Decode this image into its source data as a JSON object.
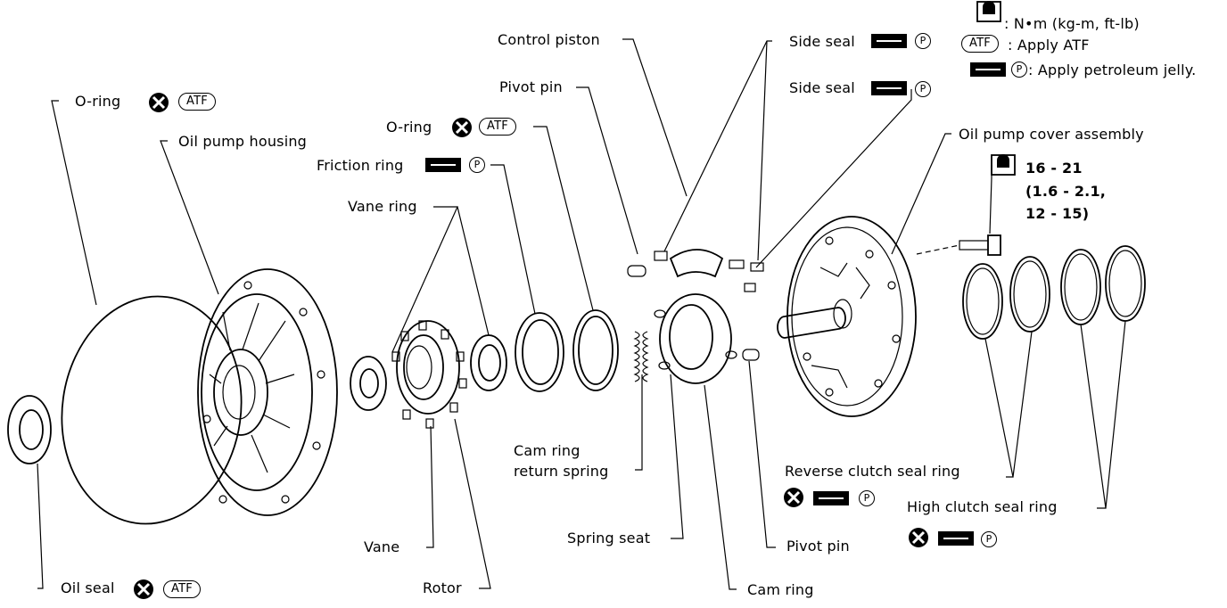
{
  "legend": {
    "torque": "N•m (kg-m, ft-lb)",
    "atf": "Apply ATF",
    "jelly": "Apply petroleum jelly.",
    "atf_badge": "ATF",
    "p_badge": "P"
  },
  "labels": {
    "o_ring_left": "O-ring",
    "oil_pump_housing": "Oil pump housing",
    "o_ring_mid": "O-ring",
    "friction_ring": "Friction ring",
    "vane_ring": "Vane ring",
    "control_piston": "Control piston",
    "pivot_pin_top": "Pivot pin",
    "side_seal_1": "Side seal",
    "side_seal_2": "Side seal",
    "oil_pump_cover": "Oil pump cover assembly",
    "torque_1": "16 - 21",
    "torque_2": "(1.6 - 2.1,",
    "torque_3": "12 - 15)",
    "cam_ring_return_1": "Cam ring",
    "cam_ring_return_2": "return spring",
    "reverse_clutch": "Reverse clutch seal ring",
    "high_clutch": "High clutch seal ring",
    "spring_seat": "Spring seat",
    "pivot_pin_bottom": "Pivot pin",
    "vane": "Vane",
    "rotor": "Rotor",
    "cam_ring": "Cam ring",
    "oil_seal": "Oil seal"
  }
}
